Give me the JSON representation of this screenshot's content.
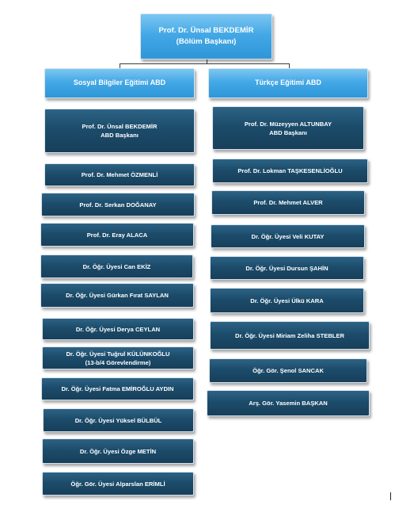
{
  "root": {
    "name": "Prof. Dr. Ünsal BEKDEMİR",
    "role": "(Bölüm Başkanı)"
  },
  "departments": [
    {
      "title": "Sosyal Bilgiler Eğitimi ABD",
      "head": {
        "name": "Prof. Dr. Ünsal BEKDEMİR",
        "role": "ABD Başkanı"
      },
      "members": [
        "Prof. Dr. Mehmet ÖZMENLİ",
        "Prof. Dr. Serkan DOĞANAY",
        "Prof. Dr. Eray ALACA",
        "Dr. Öğr. Üyesi Can EKİZ",
        "Dr. Öğr. Üyesi Gürkan Fırat SAYLAN",
        "Dr. Öğr. Üyesi Derya CEYLAN",
        "Dr. Öğr. Üyesi Tuğrul KÜLÜNKOĞLU",
        "Dr. Öğr. Üyesi Fatma EMİROĞLU AYDIN",
        "Dr. Öğr. Üyesi Yüksel BÜLBÜL",
        "Dr. Öğr. Üyesi Özge METİN",
        "Öğr. Gör. Üyesi Alparslan ERİMLİ"
      ],
      "member_note": "(13-b/4 Görevlendirme)"
    },
    {
      "title": "Türkçe Eğitimi ABD",
      "head": {
        "name": "Prof. Dr. Müzeyyen ALTUNBAY",
        "role": "ABD Başkanı"
      },
      "members": [
        "Prof. Dr. Lokman TAŞKESENLİOĞLU",
        "Prof. Dr. Mehmet ALVER",
        "Dr. Öğr. Üyesi Veli KUTAY",
        "Dr. Öğr. Üyesi  Dursun ŞAHİN",
        "Dr. Öğr. Üyesi Ülkü KARA",
        "Dr. Öğr. Üyesi Miriam Zeliha STEBLER",
        "Öğr. Gör. Şenol SANCAK",
        "Arş. Gör. Yasemin BAŞKAN"
      ]
    }
  ]
}
